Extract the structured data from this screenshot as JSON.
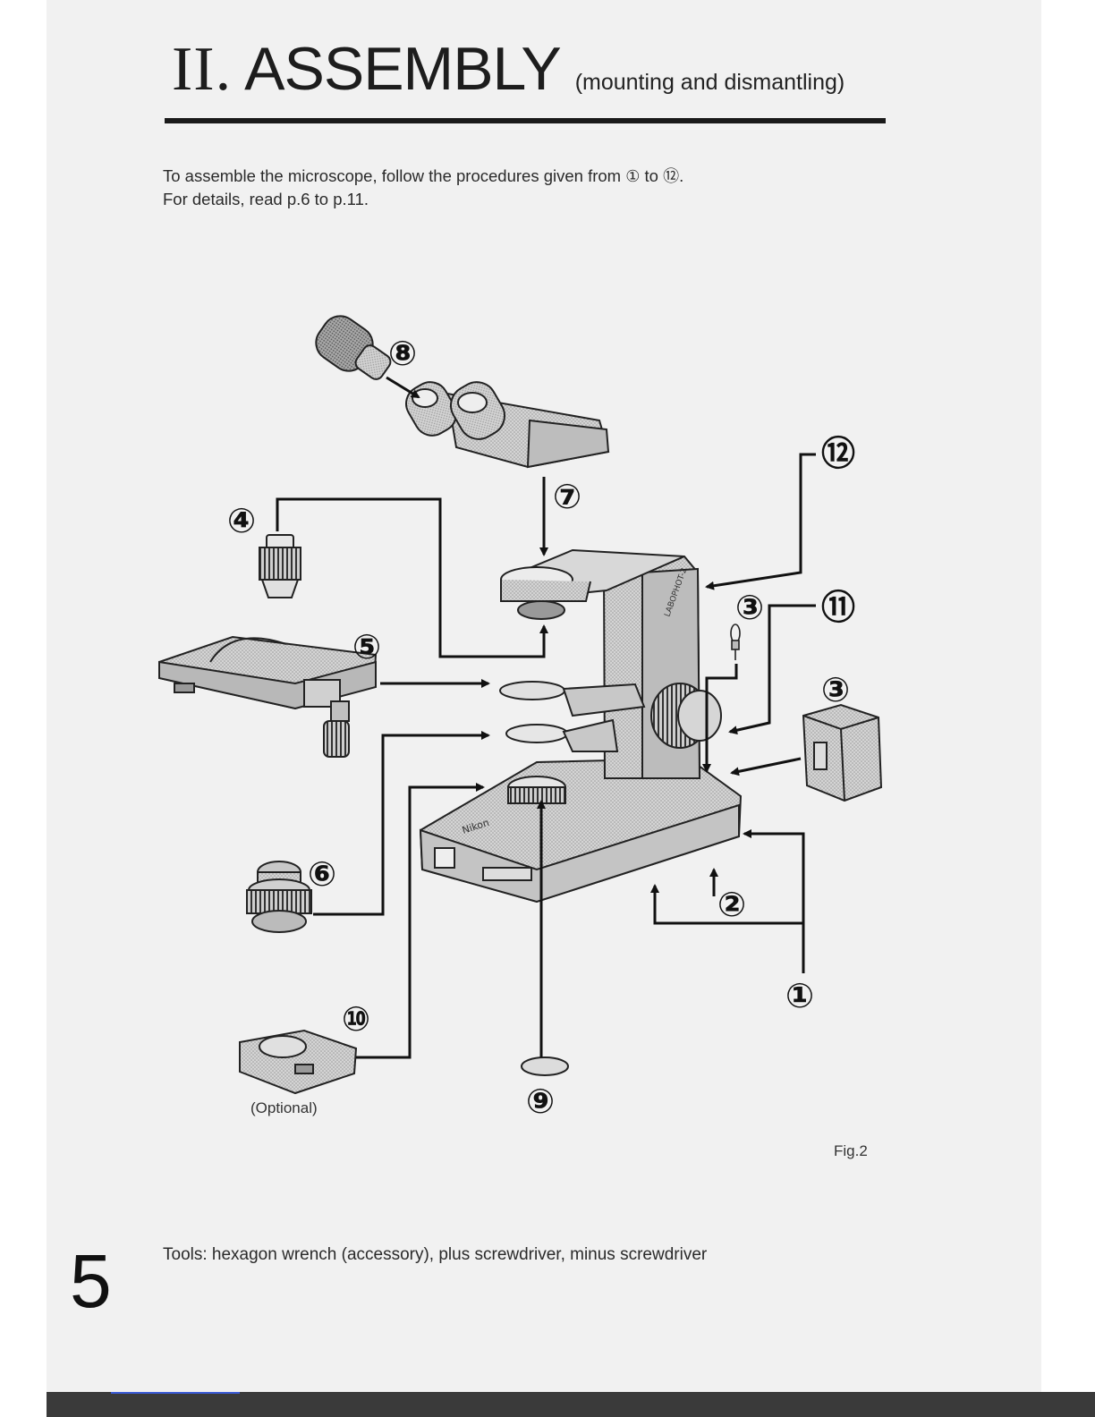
{
  "header": {
    "roman": "II",
    "dot": ".",
    "title": "ASSEMBLY",
    "subtitle": "(mounting and dismantling)"
  },
  "intro": {
    "line1_a": "To assemble the microscope, follow the procedures given from",
    "line1_from": "①",
    "line1_to_word": "to",
    "line1_to": "⑫",
    "line1_end": ".",
    "line2": "For details, read p.6 to p.11."
  },
  "figure": {
    "labels": {
      "n1": "①",
      "n2": "②",
      "n3a": "③",
      "n3b": "③",
      "n4": "④",
      "n5": "⑤",
      "n6": "⑥",
      "n7": "⑦",
      "n8": "⑧",
      "n9": "⑨",
      "n10": "⑩",
      "n11": "⑪",
      "n12": "⑫"
    },
    "optional_caption": "(Optional)",
    "fig_caption": "Fig.2",
    "brand_text": "Nikon",
    "model_text": "LABOPHOT-2"
  },
  "footer": {
    "page_number": "5",
    "tools": "Tools: hexagon wrench (accessory), plus screwdriver, minus screwdriver"
  }
}
